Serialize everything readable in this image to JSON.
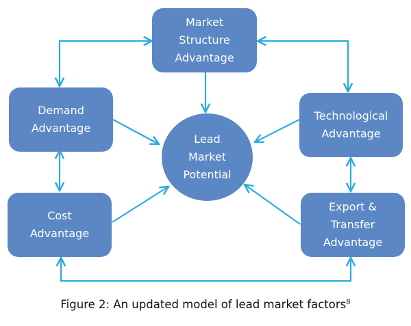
{
  "nodes": {
    "market_structure": [
      "Market",
      "Structure",
      "Advantage"
    ],
    "demand": [
      "Demand",
      "Advantage"
    ],
    "technological": [
      "Technological",
      "Advantage"
    ],
    "lead_market": [
      "Lead",
      "Market",
      "Potential"
    ],
    "cost": [
      "Cost",
      "Advantage"
    ],
    "export_transfer": [
      "Export &",
      "Transfer",
      "Advantage"
    ]
  },
  "colors": {
    "node_fill": "#5b87c5",
    "arrow": "#29abe2",
    "text": "#ffffff"
  },
  "caption": {
    "text": "Figure 2: An updated model of lead market factors",
    "footnote": "8"
  }
}
